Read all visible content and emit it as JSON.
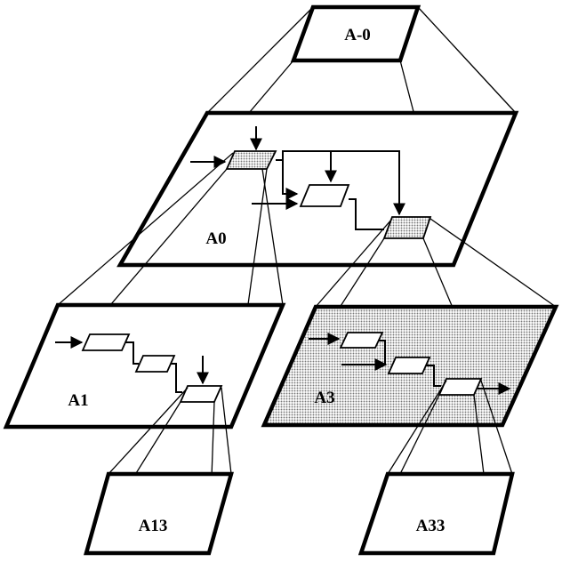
{
  "labels": {
    "top": "A-0",
    "mid": "A0",
    "left": "A1",
    "right": "A3",
    "bottom_left": "A13",
    "bottom_right": "A33"
  },
  "colors": {
    "line": "#000000",
    "background": "#ffffff",
    "dot_fill": "#bdbdbd"
  }
}
